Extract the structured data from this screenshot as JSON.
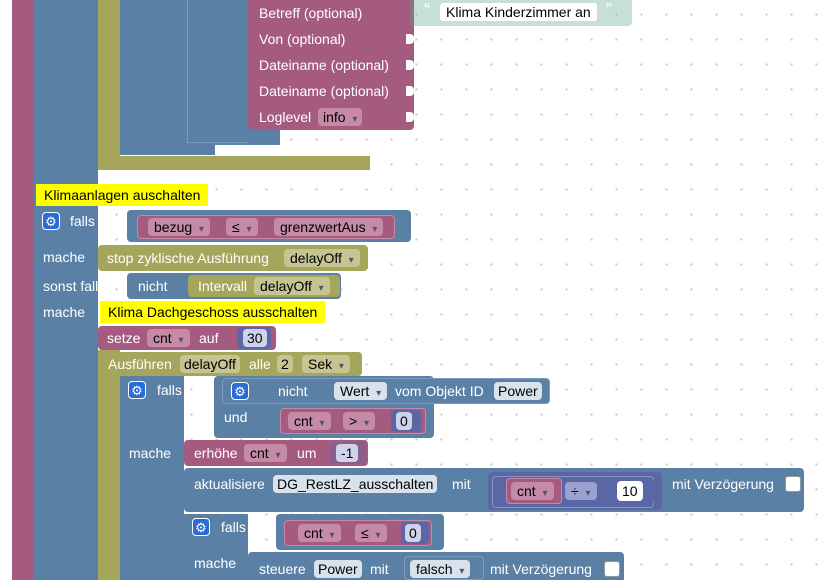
{
  "top_block": {
    "subject_label": "Betreff (optional)",
    "subject_value": "Klima Kinderzimmer an",
    "from_label": "Von (optional)",
    "file1_label": "Dateiname (optional)",
    "file2_label": "Dateiname (optional)",
    "loglevel_label": "Loglevel",
    "loglevel_value": "info",
    "quote_open": "“",
    "quote_close": "”"
  },
  "comment_off": "Klimaanlagen auschalten",
  "if1": {
    "falls": "falls",
    "lhs": "bezug",
    "op": "≤",
    "rhs": "grenzwertAus"
  },
  "mache1": {
    "label": "mache",
    "stmt_label": "stop zyklische Ausführung",
    "stmt_var": "delayOff"
  },
  "else_if": {
    "label": "sonst falls",
    "not_label": "nicht",
    "interval_label": "Intervall",
    "interval_var": "delayOff"
  },
  "mache2": {
    "label": "mache",
    "comment": "Klima Dachgeschoss ausschalten",
    "set_label": "setze",
    "set_var": "cnt",
    "set_on": "auf",
    "set_value": "30"
  },
  "execute": {
    "label": "Ausführen",
    "var": "delayOff",
    "every": "alle",
    "num": "2",
    "unit": "Sek"
  },
  "inner_if": {
    "falls": "falls",
    "not_label": "nicht",
    "value_dd": "Wert",
    "from_obj": "vom Objekt ID",
    "obj": "Power",
    "and_label": "und",
    "cmp_var": "cnt",
    "cmp_op": ">",
    "cmp_val": "0"
  },
  "inner_mache": {
    "label": "mache",
    "inc_label": "erhöhe",
    "inc_var": "cnt",
    "inc_by": "um",
    "inc_val": "-1",
    "update_label": "aktualisiere",
    "update_target": "DG_RestLZ_ausschalten",
    "update_with": "mit",
    "div_var": "cnt",
    "div_op": "÷",
    "div_val": "10",
    "delay_label": "mit Verzögerung"
  },
  "deep_if": {
    "falls": "falls",
    "var": "cnt",
    "op": "≤",
    "val": "0",
    "mache": "mache",
    "control_label": "steuere",
    "control_obj": "Power",
    "control_with": "mit",
    "control_val": "falsch",
    "delay_label": "mit Verzögerung"
  },
  "colors": {
    "procedure": "#a55b80",
    "logic": "#5b80a5",
    "timer": "#a5a55b",
    "variable": "#a55b80",
    "math": "#5b67a5",
    "text": "#5ba58c",
    "comment": "#ffff00"
  }
}
